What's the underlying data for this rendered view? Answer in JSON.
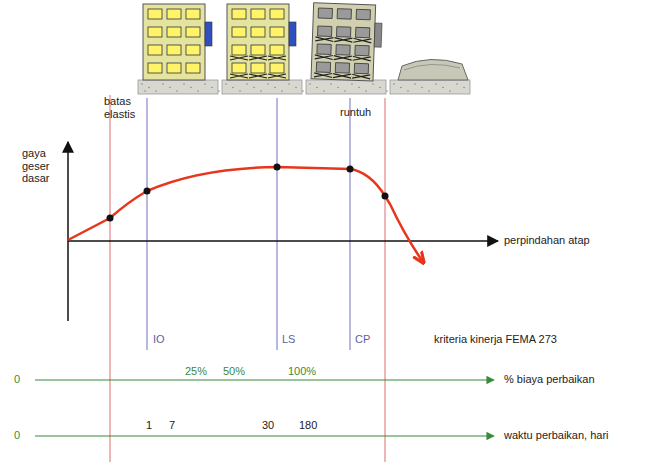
{
  "diagram": {
    "labels": [
      "batas elastis",
      "runtuh",
      "gaya geser dasar",
      "perpindahan atap",
      "IO",
      "LS",
      "CP",
      "kriteria kinerja FEMA 273",
      "0",
      "25%",
      "50%",
      "100%",
      "% biaya perbaikan",
      "0",
      "1",
      "7",
      "30",
      "180",
      "waktu perbaikan, hari"
    ]
  }
}
